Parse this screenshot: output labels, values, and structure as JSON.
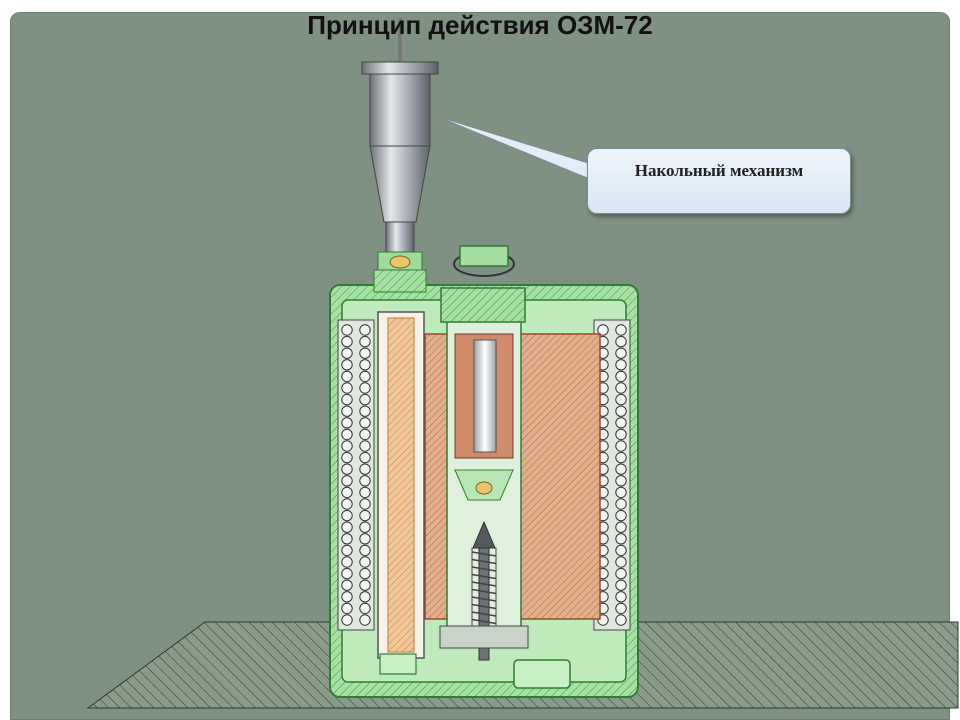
{
  "slide": {
    "title": "Принцип действия ОЗМ-72",
    "callout": "Накольный механизм"
  },
  "colors": {
    "background": "#7f9182",
    "body_green": "#8fd48c",
    "charge_orange": "#d9a27a",
    "metal_gray": "#a8adb3",
    "callout_fill": "#e3edf8"
  },
  "icons": [
    "mine-cross-section",
    "fuze-striker-mechanism"
  ]
}
